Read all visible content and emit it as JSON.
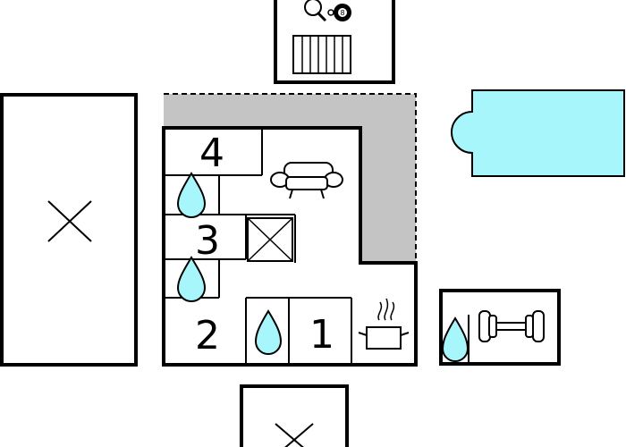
{
  "rooms": {
    "bedroom_1": {
      "number": "1"
    },
    "bedroom_2": {
      "number": "2"
    },
    "bedroom_3": {
      "number": "3"
    },
    "bedroom_4": {
      "number": "4"
    }
  },
  "icons": {
    "games": [
      "table-tennis-icon",
      "billiard-ball-icon",
      "radiator-icon"
    ],
    "living": "sofa-icon",
    "kitchen": "cooking-pot-icon",
    "bathroom": "water-drop-icon",
    "fitness": "dumbbell-icon",
    "pool": "swimming-pool-icon",
    "stairs_void": "void-cross-icon"
  },
  "labels": {
    "billiard_ball": "8"
  },
  "colors": {
    "pool": "#a7f6fb",
    "water": "#a7f6fb",
    "terrace": "#c4c4c4",
    "walls": "#000000"
  }
}
